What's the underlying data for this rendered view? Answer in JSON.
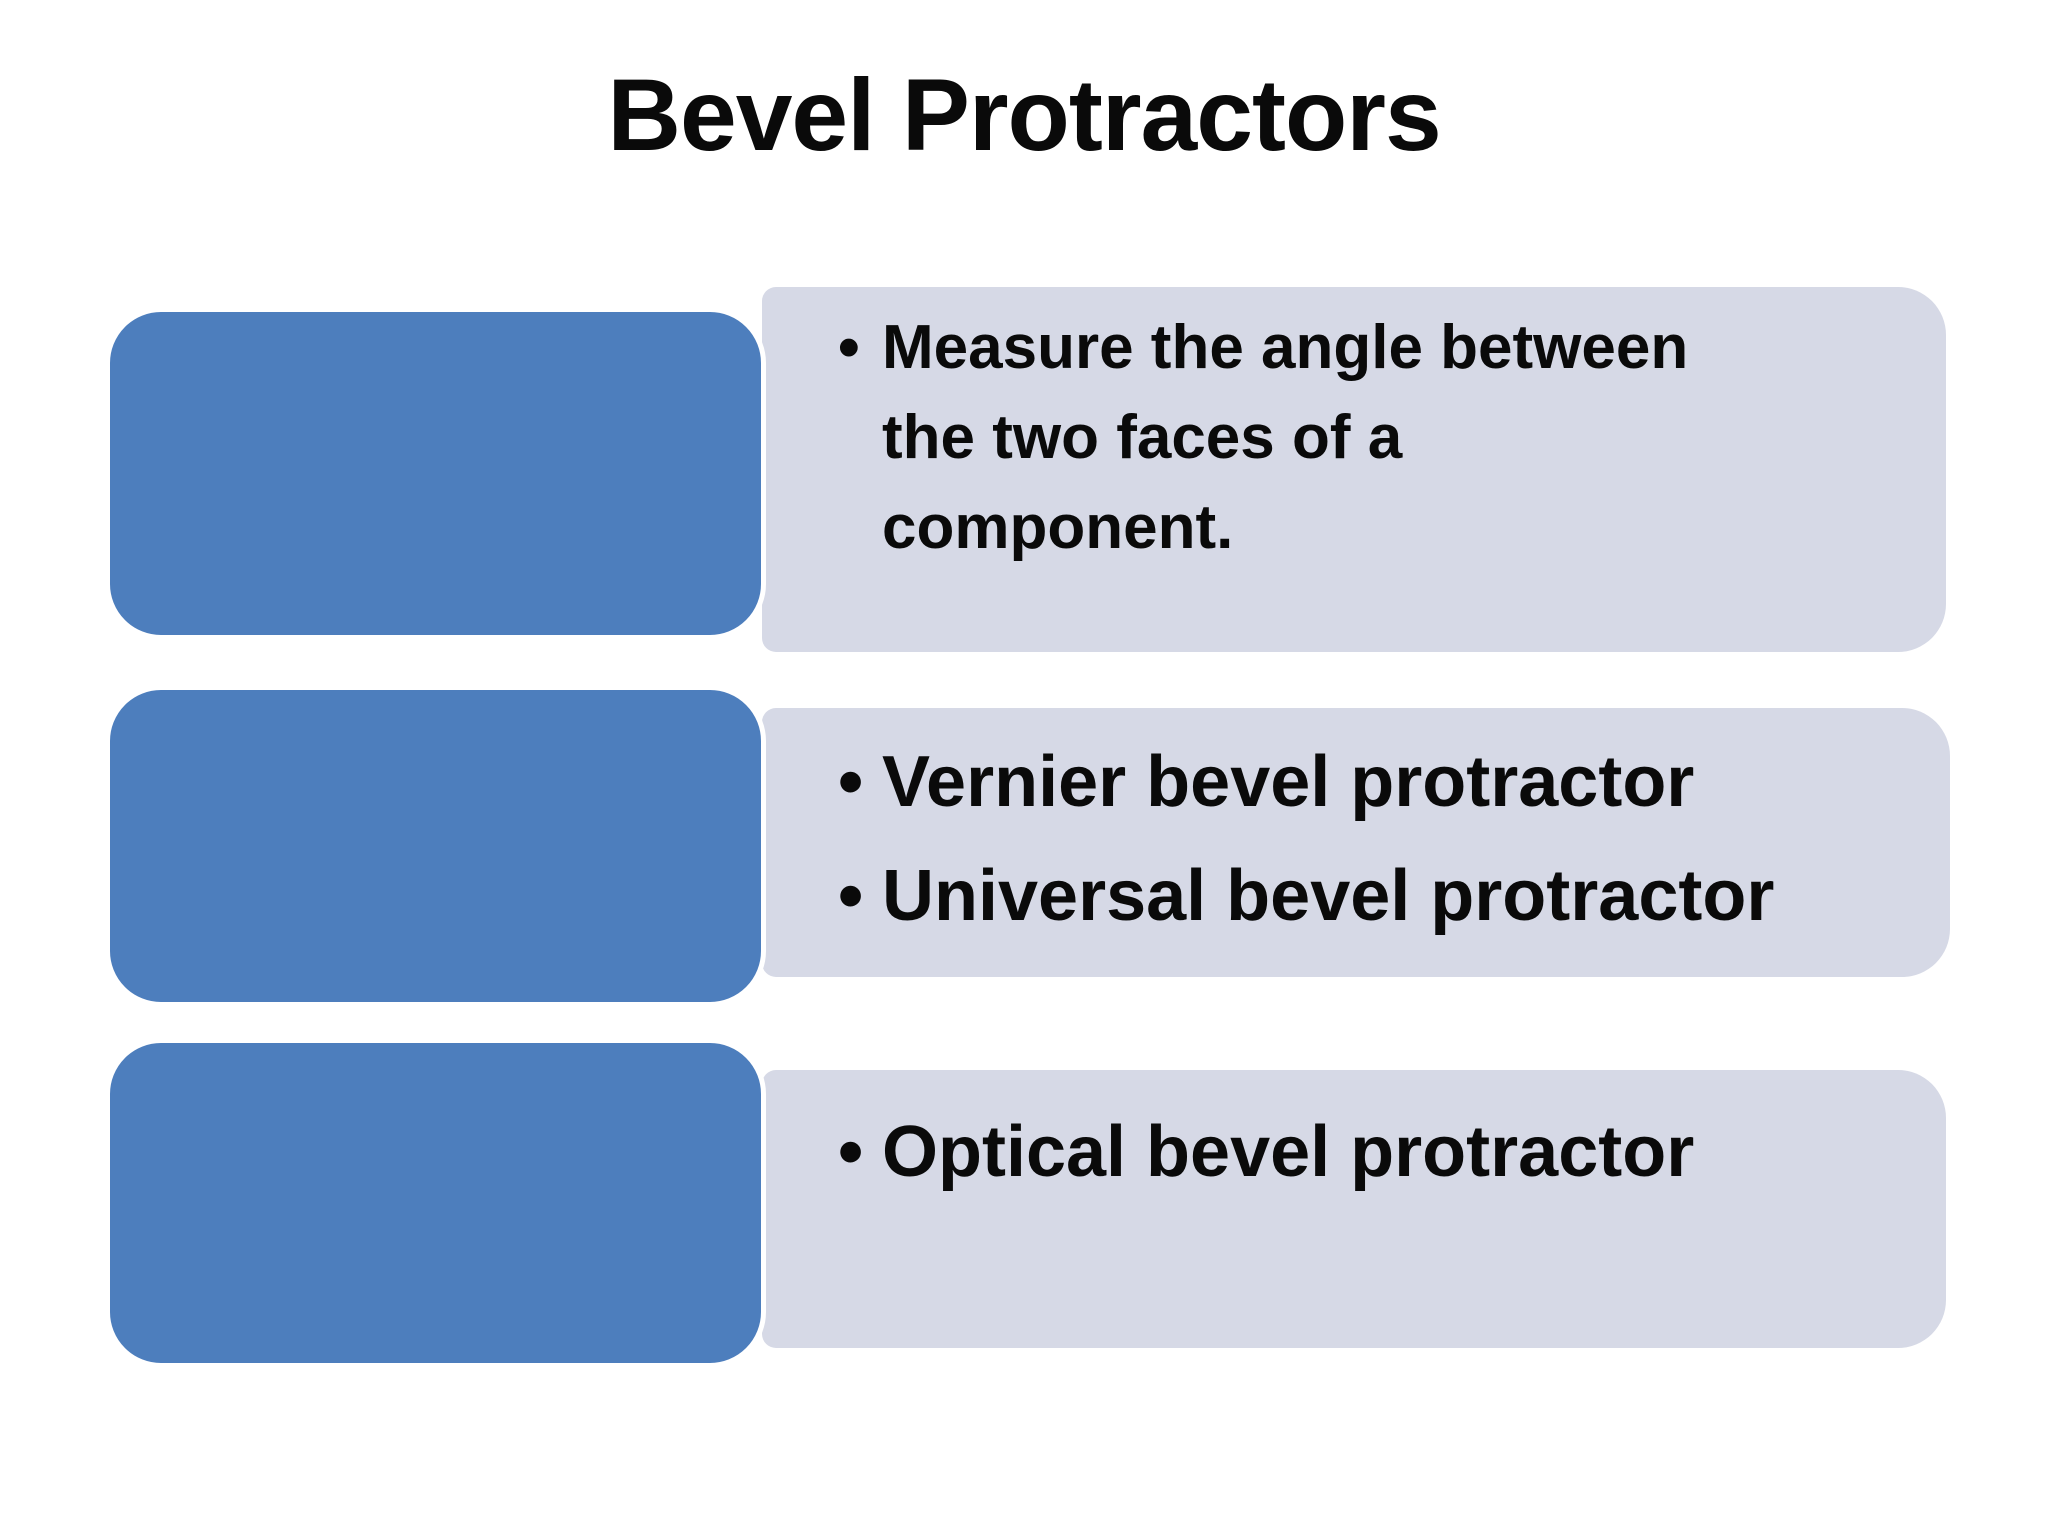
{
  "slide": {
    "title": "Bevel Protractors",
    "bullet_glyph": "•",
    "colors": {
      "accent_blue": "#4d7ebd",
      "panel_light": "#d6d9e6",
      "background": "#ffffff",
      "text": "#0a0a0a"
    },
    "rows": [
      {
        "panel_bullets": [
          {
            "text": "Measure the angle between\nthe two faces of a\ncomponent."
          }
        ]
      },
      {
        "panel_bullets": [
          {
            "text": "Vernier bevel protractor"
          },
          {
            "text": "Universal bevel protractor"
          }
        ]
      },
      {
        "panel_bullets": [
          {
            "text": "Optical bevel protractor"
          }
        ]
      }
    ]
  }
}
